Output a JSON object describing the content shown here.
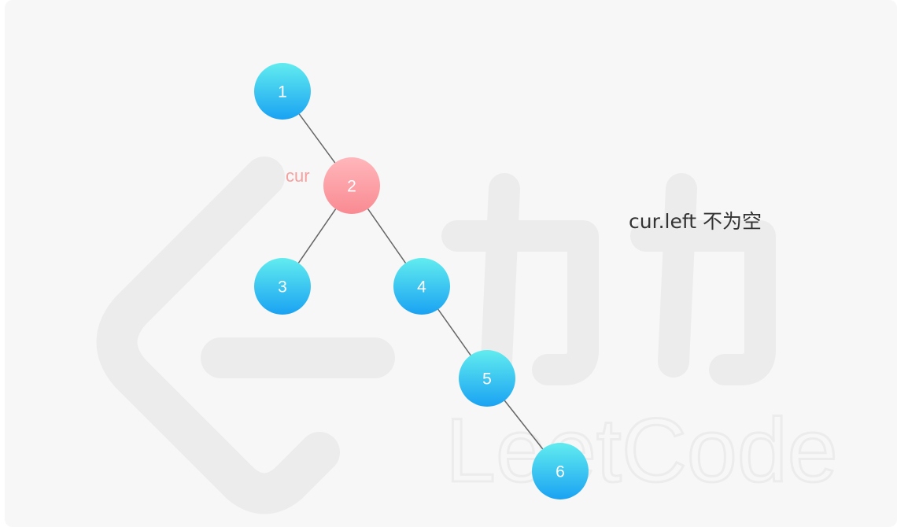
{
  "colors": {
    "node_top": "#62ecef",
    "node_bottom": "#1aa2f2",
    "current_top": "#ffb7bb",
    "current_bottom": "#f98a92",
    "edge": "#666666",
    "pointer_text": "#f59f9f"
  },
  "tree": {
    "nodes": [
      {
        "id": "1",
        "label": "1",
        "current": false
      },
      {
        "id": "2",
        "label": "2",
        "current": true
      },
      {
        "id": "3",
        "label": "3",
        "current": false
      },
      {
        "id": "4",
        "label": "4",
        "current": false
      },
      {
        "id": "5",
        "label": "5",
        "current": false
      },
      {
        "id": "6",
        "label": "6",
        "current": false
      }
    ],
    "edges": [
      [
        "1",
        "2"
      ],
      [
        "2",
        "3"
      ],
      [
        "2",
        "4"
      ],
      [
        "4",
        "5"
      ],
      [
        "5",
        "6"
      ]
    ]
  },
  "pointer_label": "cur",
  "caption": "cur.left 不为空",
  "watermark_text": "LeetCode"
}
